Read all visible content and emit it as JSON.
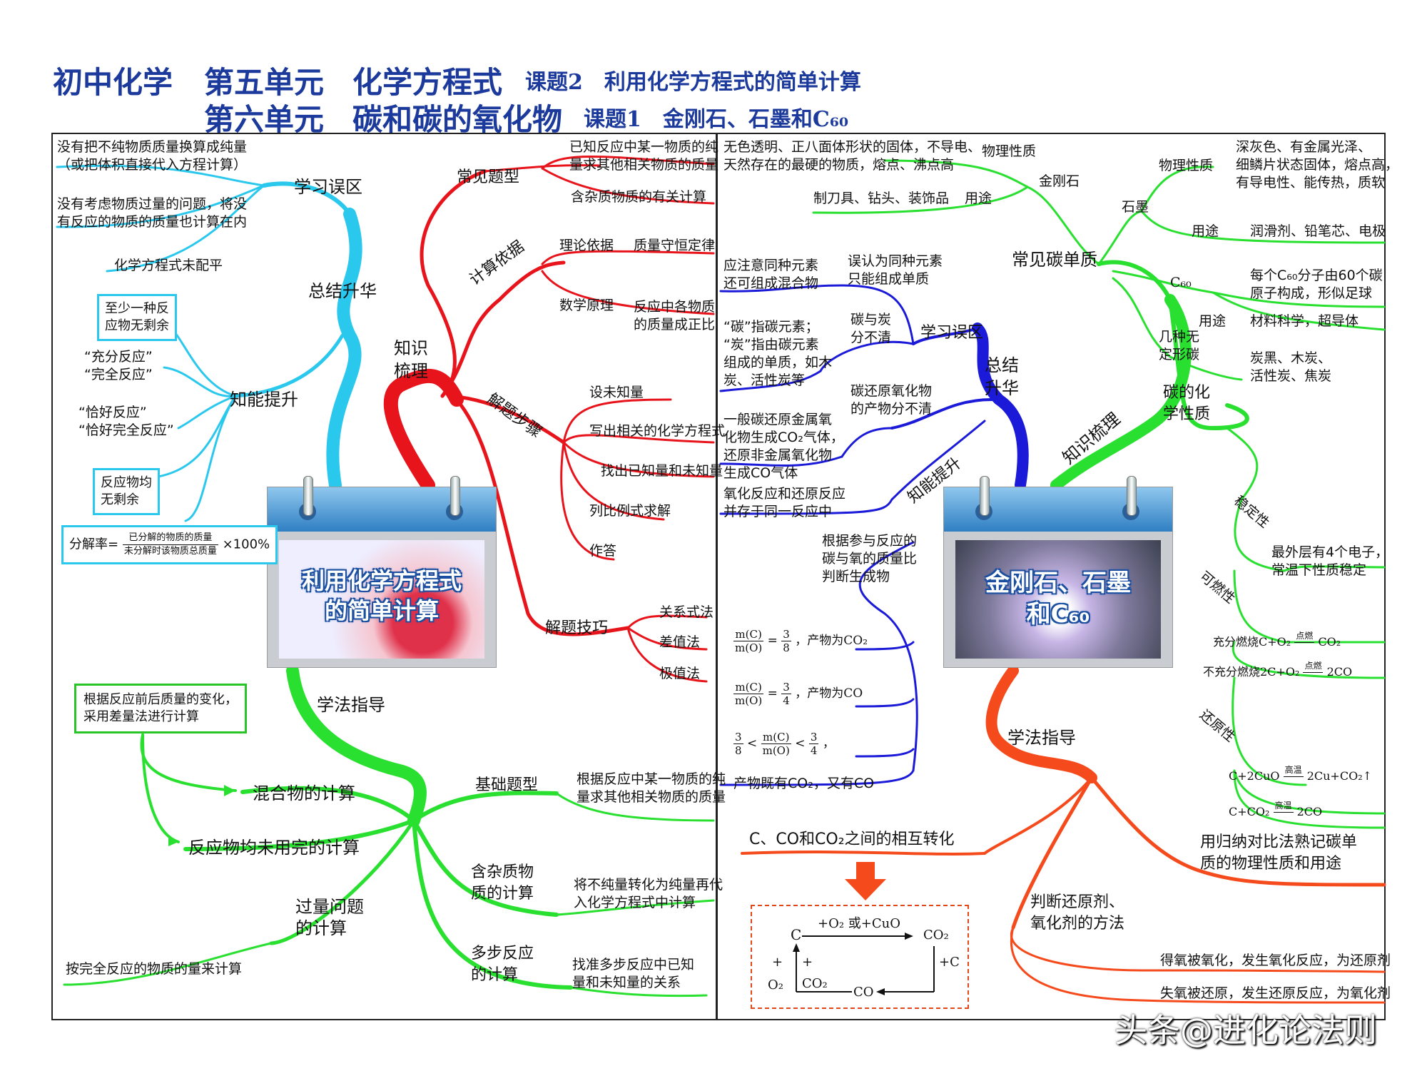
{
  "header": {
    "line1_a": "初中化学",
    "line1_b": "第五单元",
    "line1_c": "化学方程式",
    "line1_d": "课题2　利用化学方程式的简单计算",
    "line2_a": "第六单元",
    "line2_b": "碳和碳的氧化物",
    "line2_c": "课题1　金刚石、石墨和C₆₀"
  },
  "left": {
    "center_title_1": "利用化学方程式",
    "center_title_2": "的简单计算",
    "zongjie": "总结升华",
    "xuexi_wuqu": "学习误区",
    "wuqu_1a": "没有把不纯物质质量换算成纯量",
    "wuqu_1b": "（或把体积直接代入方程计算）",
    "wuqu_2a": "没有考虑物质过量的问题，将没",
    "wuqu_2b": "有反应的物质的质量也计算在内",
    "wuqu_3": "化学方程式未配平",
    "zhineng": "知能提升",
    "box_1a": "至少一种反",
    "box_1b": "应物无剩余",
    "q_1a": "“充分反应”",
    "q_1b": "“完全反应”",
    "q_2a": "“恰好反应”",
    "q_2b": "“恰好完全反应”",
    "box_2a": "反应物均",
    "box_2b": "无剩余",
    "fenjie_label": "分解率=",
    "fenjie_num": "已分解的物质的质量",
    "fenjie_den": "未分解时该物质总质量",
    "fenjie_tail": "×100%",
    "zhishi": "知识",
    "shuli": "梳理",
    "changjian": "常见题型",
    "cj_1a": "已知反应中某一物质的纯",
    "cj_1b": "量求其他相关物质的质量",
    "cj_2": "含杂质物质的有关计算",
    "jisuan": "计算依据",
    "lilun": "理论依据",
    "zhiliang": "质量守恒定律",
    "shuxue": "数学原理",
    "zhengbi_a": "反应中各物质",
    "zhengbi_b": "的质量成正比",
    "jieti": "解题步骤",
    "step_1": "设未知量",
    "step_2": "写出相关的化学方程式",
    "step_3": "找出已知量和未知量",
    "step_4": "列比例式求解",
    "step_5": "作答",
    "jiqiao": "解题技巧",
    "jq_1": "关系式法",
    "jq_2": "差值法",
    "jq_3": "极值法",
    "xuefa": "学法指导",
    "gbox_a": "根据反应前后质量的变化，",
    "gbox_b": "采用差量法进行计算",
    "hunhe": "混合物的计算",
    "weiyong": "反应物均未用完的计算",
    "guoliang_a": "过量问题",
    "guoliang_b": "的计算",
    "guoliang_d": "按完全反应的物质的量来计算",
    "jichu": "基础题型",
    "jichu_a": "根据反应中某一物质的纯",
    "jichu_b": "量求其他相关物质的质量",
    "zazhi_a": "含杂质物",
    "zazhi_b": "质的计算",
    "zazhi_da": "将不纯量转化为纯量再代",
    "zazhi_db": "入化学方程式中计算",
    "duobu_a": "多步反应",
    "duobu_b": "的计算",
    "duobu_da": "找准多步反应中已知",
    "duobu_db": "量和未知量的关系"
  },
  "right": {
    "center_title_1": "金刚石、石墨",
    "center_title_2": "和C₆₀",
    "jgs_desc_a": "无色透明、正八面体形状的固体，不导电、",
    "jgs_desc_b": "天然存在的最硬的物质，熔点、沸点高",
    "wuli": "物理性质",
    "jingangshi": "金刚石",
    "jgs_use": "制刀具、钻头、装饰品",
    "yongtu": "用途",
    "shimo": "石墨",
    "sm_wuli": "物理性质",
    "sm_desc_a": "深灰色、有金属光泽、",
    "sm_desc_b": "细鳞片状态固体，熔点高，",
    "sm_desc_c": "有导电性、能传热，质软",
    "sm_yongtu": "用途",
    "sm_use": "润滑剂、铅笔芯、电极",
    "changjian": "常见碳单质",
    "c60": "C₆₀",
    "c60_desc_a": "每个C₆₀分子由60个碳",
    "c60_desc_b": "原子构成，形似足球",
    "c60_yongtu": "用途",
    "c60_use": "材料科学，超导体",
    "jizhong_a": "几种无",
    "jizhong_b": "定形碳",
    "jizhong_da": "炭黑、木炭、",
    "jizhong_db": "活性炭、焦炭",
    "wq_1a": "应注意同种元素",
    "wq_1b": "还可组成混合物",
    "wq_1c": "误认为同种元素",
    "wq_1d": "只能组成单质",
    "wq_2a": "“碳”指碳元素；",
    "wq_2b": "“炭”指由碳元素",
    "wq_2c": "组成的单质，如木",
    "wq_2d": "炭、活性炭等",
    "wq_2e": "碳与炭",
    "wq_2f": "分不清",
    "xuexi_wuqu": "学习误区",
    "zongjie_a": "总结",
    "zongjie_b": "升华",
    "hy_a": "一般碳还原金属氧",
    "hy_b": "化物生成CO₂气体，",
    "hy_c": "还原非金属氧化物",
    "hy_d": "生成CO气体",
    "hy_e": "碳还原氧化物",
    "hy_f": "的产物分不清",
    "zhineng": "知能提升",
    "yh_a": "氧化反应和还原反应",
    "yh_b": "并存于同一反应中",
    "gen_a": "根据参与反应的",
    "gen_b": "碳与氧的质量比",
    "gen_c": "判断生成物",
    "r1_num": "m(C)",
    "r1_den": "m(O)",
    "r1_eq": "=",
    "r1_vn": "3",
    "r1_vd": "8",
    "r1_tail": "，产物为CO₂",
    "r2_num": "m(C)",
    "r2_den": "m(O)",
    "r2_eq": "=",
    "r2_vn": "3",
    "r2_vd": "4",
    "r2_tail": "，产物为CO",
    "r3_an": "3",
    "r3_ad": "8",
    "r3_lt": "<",
    "r3_num": "m(C)",
    "r3_den": "m(O)",
    "r3_lt2": "<",
    "r3_bn": "3",
    "r3_bd": "4",
    "r3_tail": "，",
    "r3_res": "产物既有CO₂，又有CO",
    "zhishi": "知识梳理",
    "huaxue_a": "碳的化",
    "huaxue_b": "学性质",
    "wending": "稳定性",
    "wending_a": "最外层有4个电子，",
    "wending_b": "常温下性质稳定",
    "keran": "可燃性",
    "ran_1": "充分燃烧C+O₂",
    "ran_1c": "点燃",
    "ran_1p": "CO₂",
    "ran_2": "不充分燃烧2C+O₂",
    "ran_2c": "点燃",
    "ran_2p": "2CO",
    "huanyuan": "还原性",
    "hy_1": "C+2CuO",
    "hy_1c": "高温",
    "hy_1p": "2Cu+CO₂↑",
    "hy_2": "C+CO₂",
    "hy_2c": "高温",
    "hy_2p": "2CO",
    "xuefa": "学法指导",
    "zhuanhua": "C、CO和CO₂之间的相互转化",
    "cycle_c": "C",
    "cycle_cond": "+O₂ 或+CuO",
    "cycle_co2": "CO₂",
    "cycle_plus1": "+",
    "cycle_o2": "O₂",
    "cycle_plus2": "+",
    "cycle_co2b": "CO₂",
    "cycle_plusc": "+C",
    "cycle_co": "CO",
    "guina_a": "用归纳对比法熟记碳单",
    "guina_b": "质的物理性质和用途",
    "panduan_a": "判断还原剂、",
    "panduan_b": "氧化剂的方法",
    "pd_1": "得氧被氧化，发生氧化反应，为还原剂",
    "pd_2": "失氧被还原，发生还原反应，为氧化剂"
  },
  "watermark": "头条@进化论法则",
  "colors": {
    "title": "#1c3a9c",
    "cyan": "#2bc8ee",
    "red": "#e8141c",
    "green": "#29e030",
    "blue": "#1a1ad8",
    "orange": "#f44a1c"
  }
}
